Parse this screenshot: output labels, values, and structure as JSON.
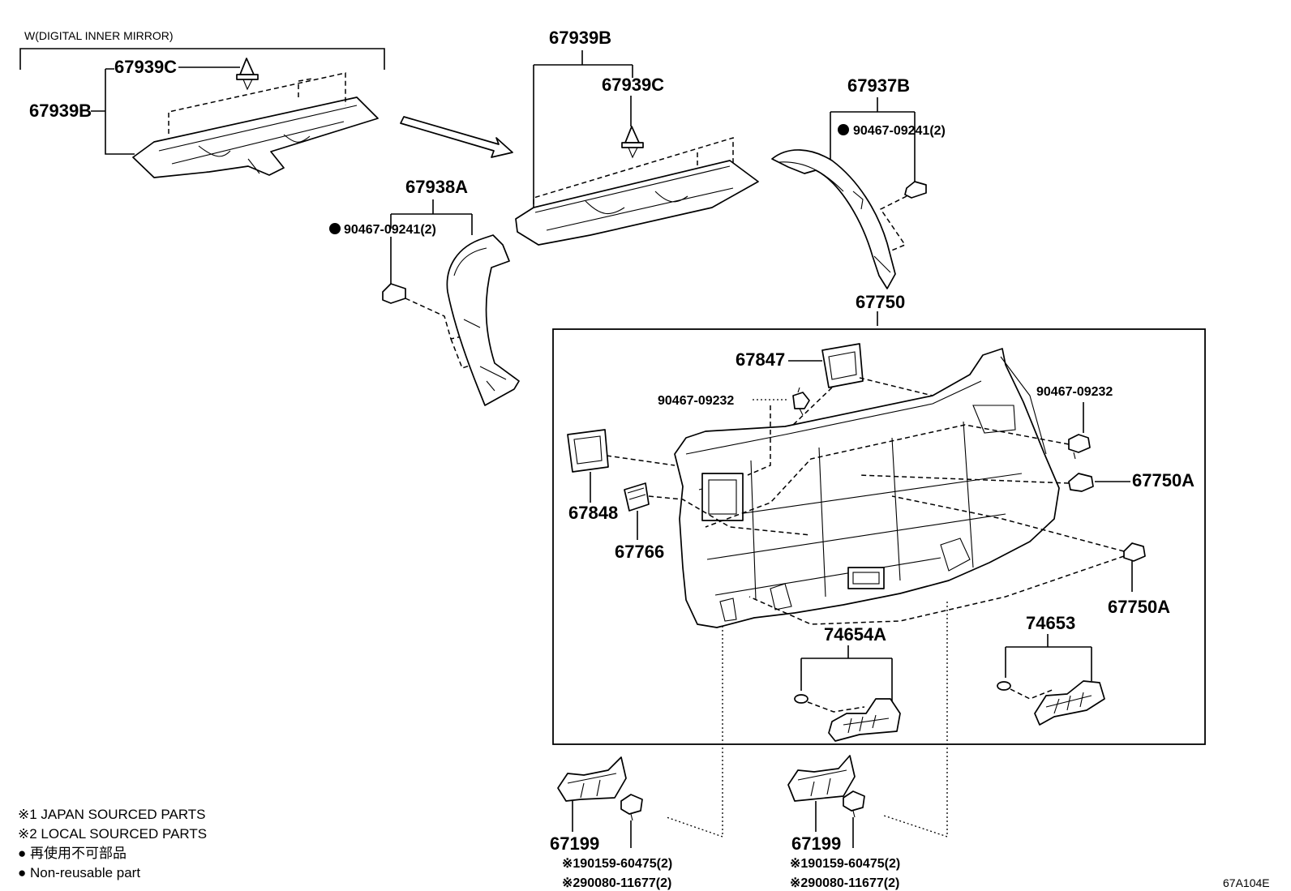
{
  "header": {
    "variant": "W(DIGITAL INNER MIRROR)"
  },
  "labels": {
    "l_67939C_left": "67939C",
    "l_67939B_left": "67939B",
    "l_67939B_top": "67939B",
    "l_67939C_mid": "67939C",
    "l_67938A": "67938A",
    "l_90467_09241_left": "90467-09241(2)",
    "l_67937B": "67937B",
    "l_90467_09241_right": "90467-09241(2)",
    "l_67750": "67750",
    "l_67847": "67847",
    "l_90467_09232_left": "90467-09232",
    "l_90467_09232_right": "90467-09232",
    "l_67750A_top": "67750A",
    "l_67750A_bottom": "67750A",
    "l_67848": "67848",
    "l_67766": "67766",
    "l_74654A": "74654A",
    "l_74653": "74653",
    "l_67199_left": "67199",
    "l_67199_right": "67199",
    "l_190159_left": "※190159-60475(2)",
    "l_290080_left": "※290080-11677(2)",
    "l_190159_right": "※190159-60475(2)",
    "l_290080_right": "※290080-11677(2)"
  },
  "legend": {
    "japan": "※1 JAPAN SOURCED PARTS",
    "local": "※2 LOCAL SOURCED PARTS",
    "jp_nonreusable": "● 再使用不可部品",
    "nonreusable": "● Non-reusable part"
  },
  "drawing_code": "67A104E"
}
